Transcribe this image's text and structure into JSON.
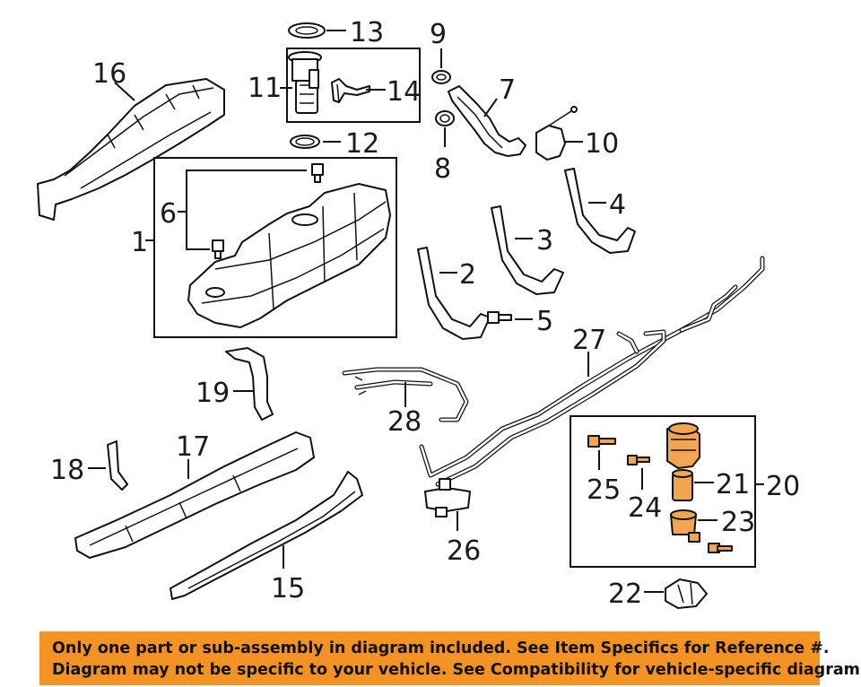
{
  "diagram": {
    "callouts": {
      "c1": "1",
      "c2": "2",
      "c3": "3",
      "c4": "4",
      "c5": "5",
      "c6": "6",
      "c7": "7",
      "c8": "8",
      "c9": "9",
      "c10": "10",
      "c11": "11",
      "c12": "12",
      "c13": "13",
      "c14": "14",
      "c15": "15",
      "c16": "16",
      "c17": "17",
      "c18": "18",
      "c19": "19",
      "c20": "20",
      "c21": "21",
      "c22": "22",
      "c23": "23",
      "c24": "24",
      "c25": "25",
      "c26": "26",
      "c27": "27",
      "c28": "28"
    },
    "highlight_color": "#f3a651"
  },
  "notice": {
    "line1": "Only one part or sub-assembly in diagram included. See Item Specifics for Reference #.",
    "line2": "Diagram may not be specific to your vehicle. See Compatibility for vehicle-specific diagrams.",
    "background_color": "#f39324"
  }
}
